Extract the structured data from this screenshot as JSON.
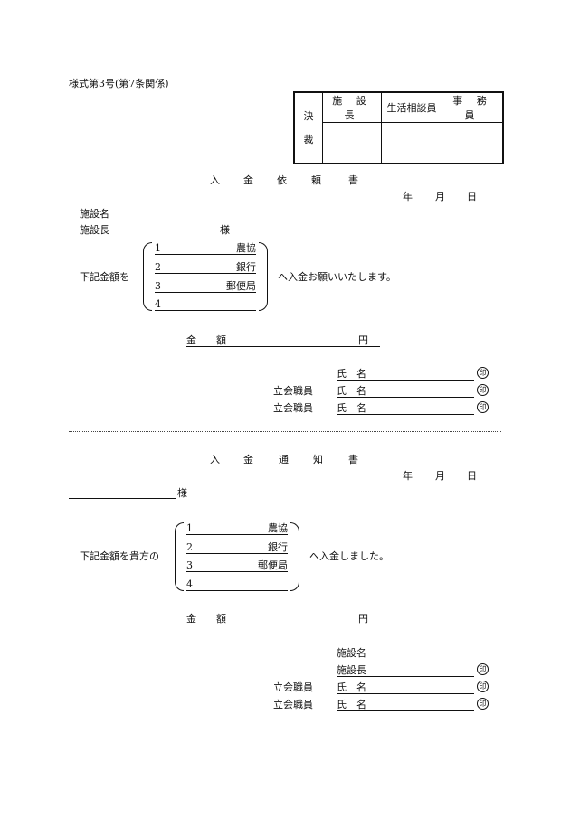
{
  "form_label": "様式第3号(第7条関係)",
  "approval": {
    "decision_chars": [
      "決",
      "裁"
    ],
    "columns": [
      "施 設 長",
      "生活相談員",
      "事 務 員"
    ]
  },
  "request": {
    "title_chars": [
      "入",
      "金",
      "依",
      "頼",
      "書"
    ],
    "date_labels": [
      "年",
      "月",
      "日"
    ],
    "facility_name_label": "施設名",
    "director_label": "施設長",
    "sama": "様",
    "lead_text": "下記金額を",
    "options": [
      {
        "num": "1",
        "text": "農協"
      },
      {
        "num": "2",
        "text": "銀行"
      },
      {
        "num": "3",
        "text": "郵便局"
      },
      {
        "num": "4",
        "text": ""
      }
    ],
    "tail_text": "へ入金お願いいたします。",
    "amount_label": "金　　額",
    "yen": "円",
    "witness_label": "立会職員",
    "name_label": "氏　名",
    "seal": "印"
  },
  "notice": {
    "title_chars": [
      "入",
      "金",
      "通",
      "知",
      "書"
    ],
    "date_labels": [
      "年",
      "月",
      "日"
    ],
    "sama": "様",
    "lead_text": "下記金額を貴方の",
    "options": [
      {
        "num": "1",
        "text": "農協"
      },
      {
        "num": "2",
        "text": "銀行"
      },
      {
        "num": "3",
        "text": "郵便局"
      },
      {
        "num": "4",
        "text": ""
      }
    ],
    "tail_text": "へ入金しました。",
    "amount_label": "金　　額",
    "yen": "円",
    "facility_name_label": "施設名",
    "director_label": "施設長",
    "witness_label": "立会職員",
    "name_label": "氏　名",
    "seal": "印"
  }
}
